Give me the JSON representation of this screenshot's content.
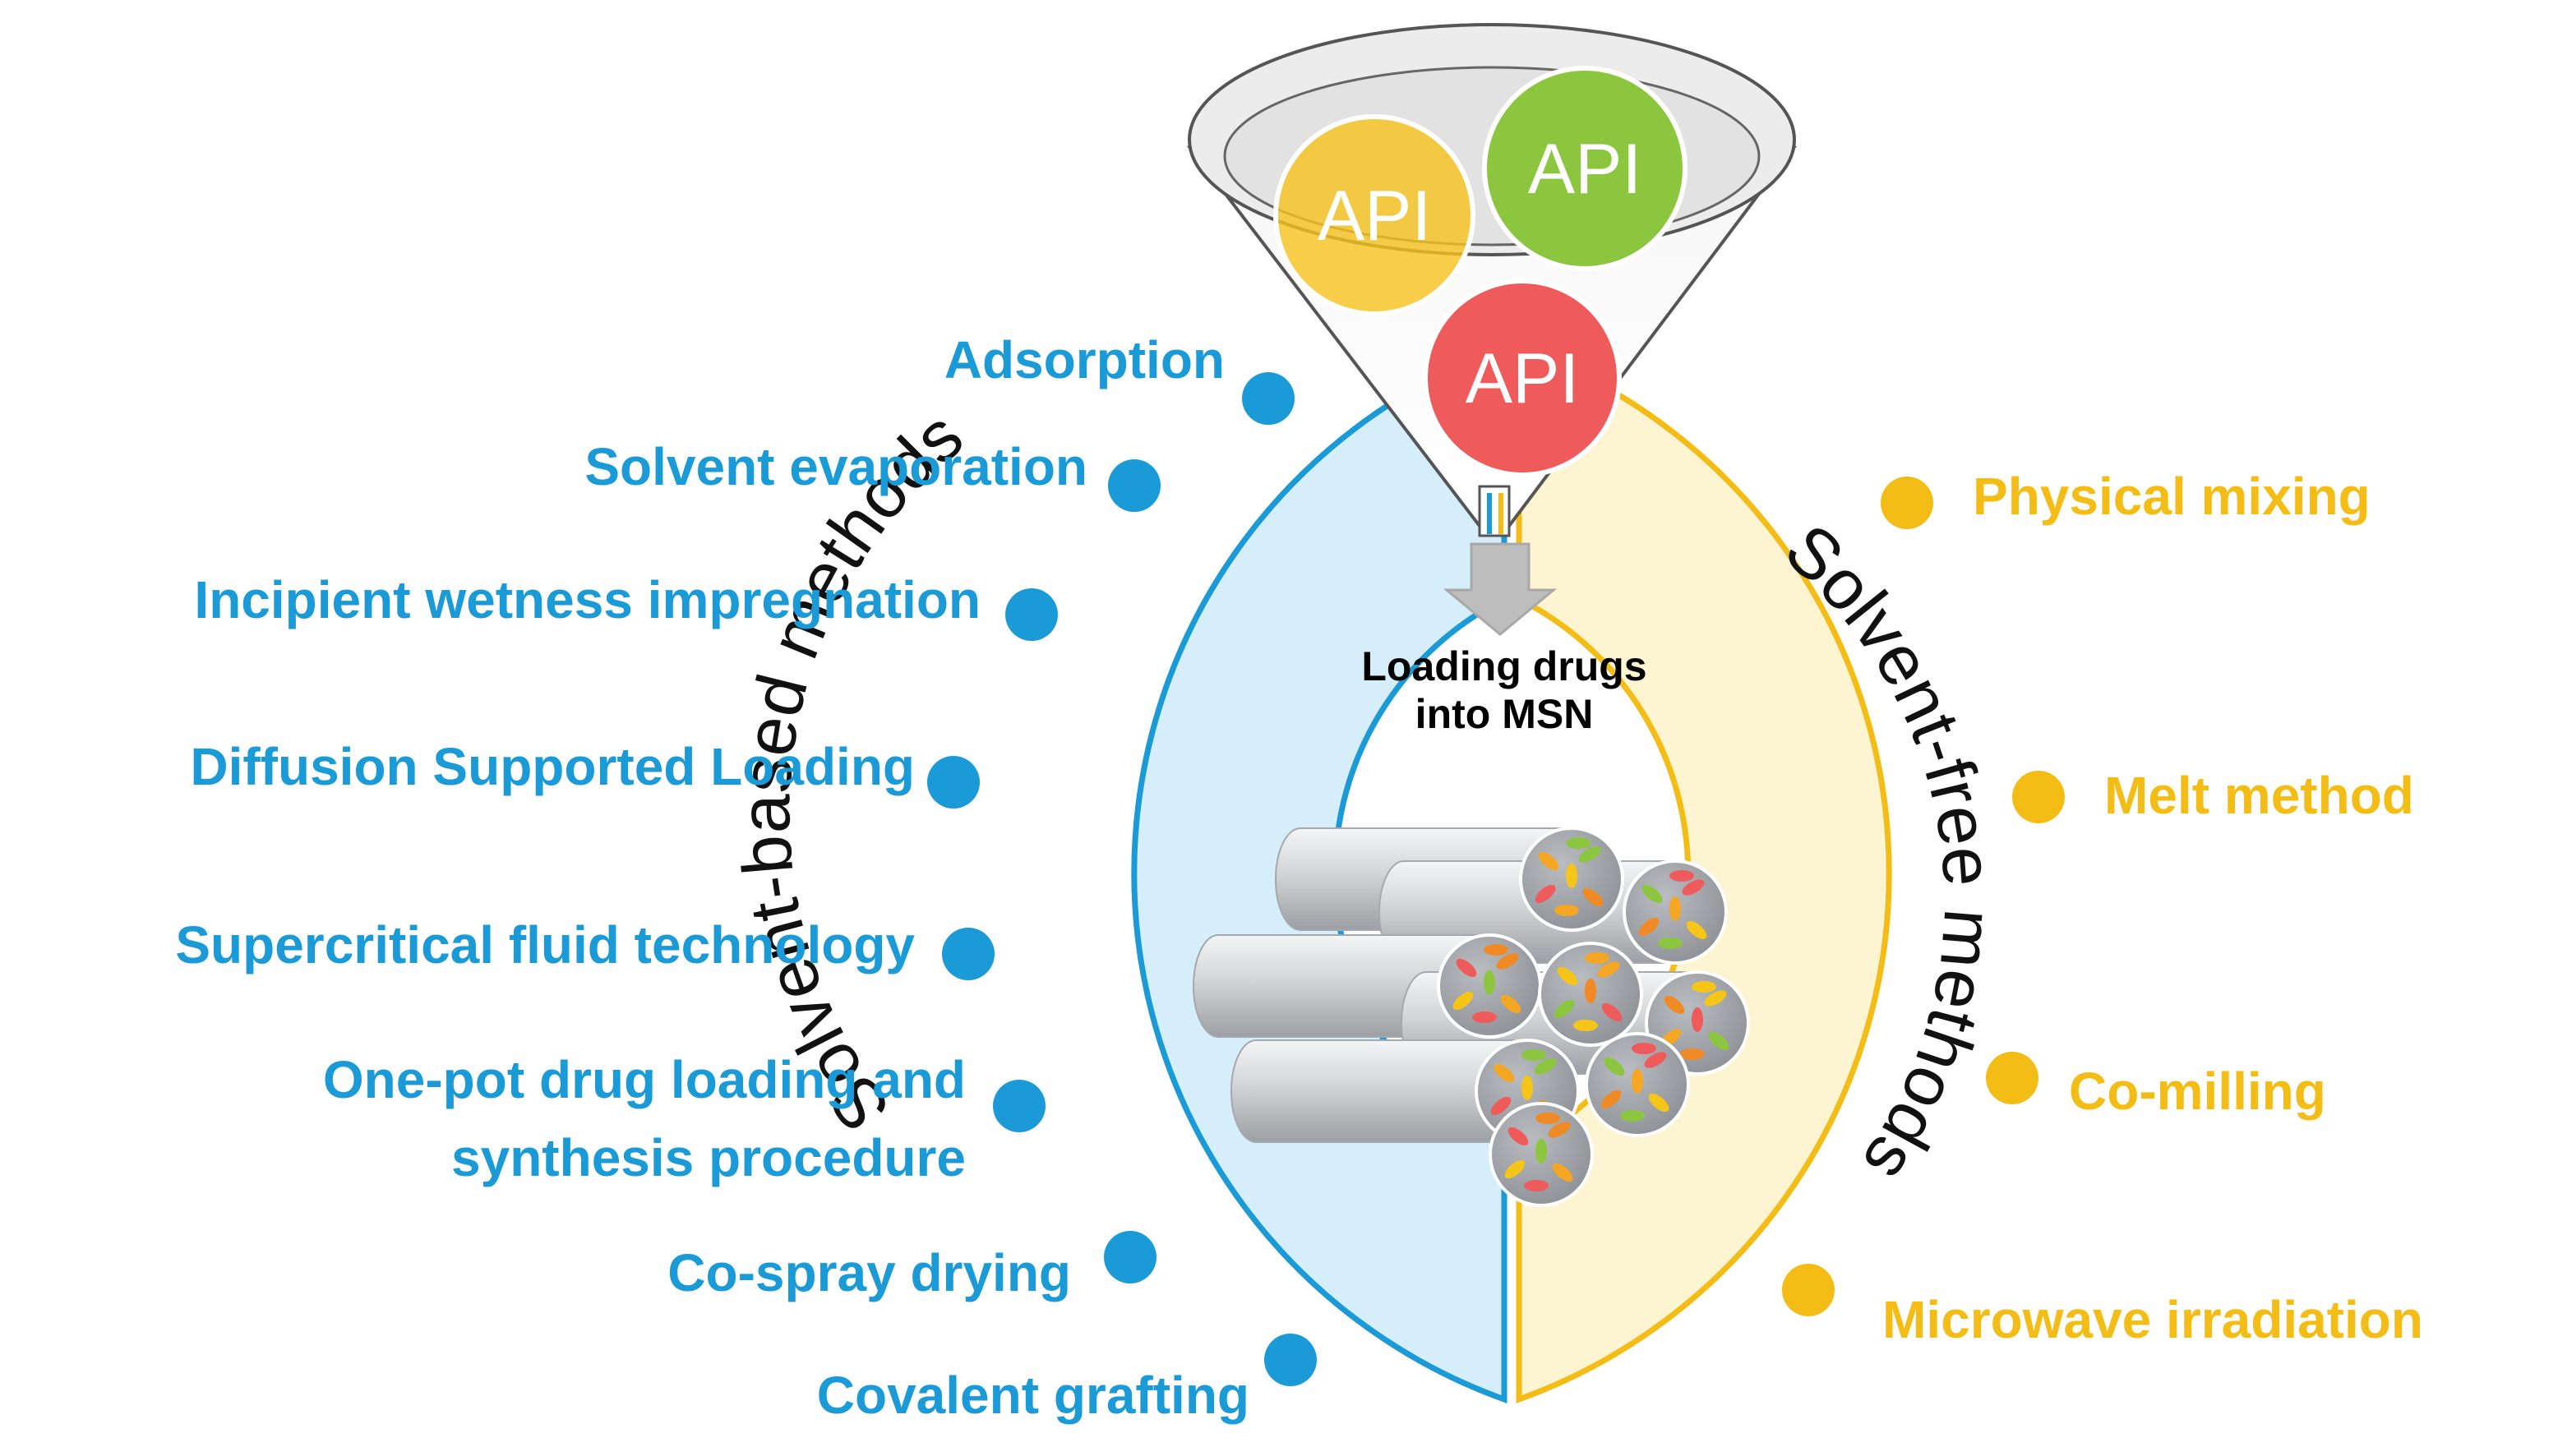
{
  "colors": {
    "blue": "#1a9ad6",
    "blue_fill": "#d6eefa",
    "yellow": "#f3bd16",
    "yellow_fill": "#fdf4d2",
    "api_yellow": "#f8c21c",
    "api_green": "#8cc63f",
    "api_red": "#ef5a5a",
    "arrow": "#bdbdbd",
    "tube": "#cfd1d4"
  },
  "funnel": {
    "api_labels": [
      "API",
      "API",
      "API"
    ]
  },
  "center": {
    "caption_line1": "Loading drugs",
    "caption_line2": "into MSN",
    "tubes_icon": "mesoporous-silica-nanoparticle-tubes"
  },
  "left": {
    "arc_title": "Solvent-based methods",
    "methods": [
      {
        "lines": [
          "Adsorption"
        ]
      },
      {
        "lines": [
          "Solvent evaporation"
        ]
      },
      {
        "lines": [
          "Incipient wetness impregnation"
        ]
      },
      {
        "lines": [
          "Diffusion Supported Loading"
        ]
      },
      {
        "lines": [
          "Supercritical fluid technology"
        ]
      },
      {
        "lines": [
          "One-pot drug loading and",
          "synthesis procedure"
        ]
      },
      {
        "lines": [
          "Co-spray drying"
        ]
      },
      {
        "lines": [
          "Covalent grafting"
        ]
      }
    ]
  },
  "right": {
    "arc_title": "Solvent-free methods",
    "methods": [
      {
        "lines": [
          "Physical mixing"
        ]
      },
      {
        "lines": [
          "Melt method"
        ]
      },
      {
        "lines": [
          "Co-milling"
        ]
      },
      {
        "lines": [
          "Microwave irradiation"
        ]
      }
    ]
  }
}
